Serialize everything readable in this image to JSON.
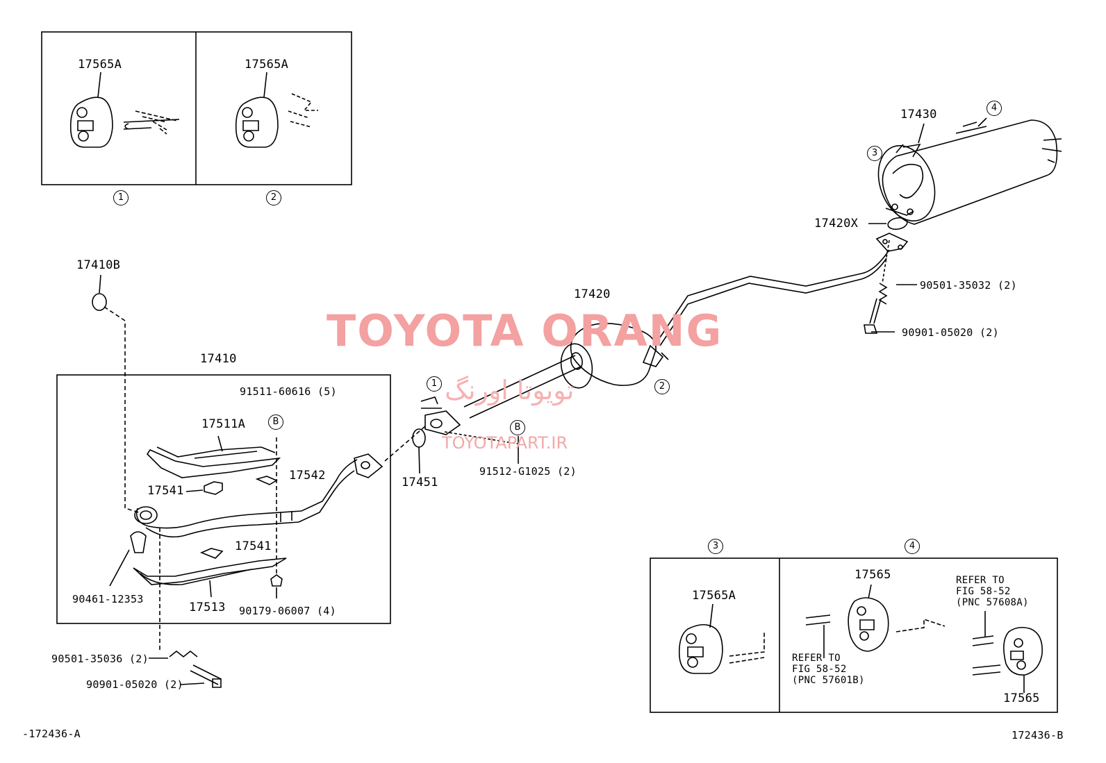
{
  "parts": {
    "p17565A_1": "17565A",
    "p17565A_2": "17565A",
    "p17430": "17430",
    "p17420X": "17420X",
    "p90501_35032": "90501-35032 (2)",
    "p90901_05020_r": "90901-05020 (2)",
    "p17420": "17420",
    "p17410B": "17410B",
    "p17410": "17410",
    "p91511": "91511-60616 (5)",
    "p17511A": "17511A",
    "p17542": "17542",
    "p17541_a": "17541",
    "p17541_b": "17541",
    "p17451": "17451",
    "p91512": "91512-G1025 (2)",
    "p90461": "90461-12353",
    "p17513": "17513",
    "p90179": "90179-06007 (4)",
    "p90501_35036": "90501-35036 (2)",
    "p90901_05020_l": "90901-05020 (2)",
    "p17565A_3": "17565A",
    "p17565_top": "17565",
    "p17565_bot": "17565"
  },
  "refs": {
    "r1": "1",
    "r2": "2",
    "r3": "3",
    "r4": "4",
    "B": "B"
  },
  "notes": {
    "refer_57601B": "REFER TO\nFIG 58-52\n(PNC 57601B)",
    "refer_57608A": "REFER TO\nFIG 58-52\n(PNC 57608A)"
  },
  "codes": {
    "left": "-172436-A",
    "right": "172436-B"
  },
  "watermark": {
    "main": "TOYOTA ORANG",
    "farsi": "تویوتا اورنگ",
    "url": "TOYOTAPART.IR"
  }
}
